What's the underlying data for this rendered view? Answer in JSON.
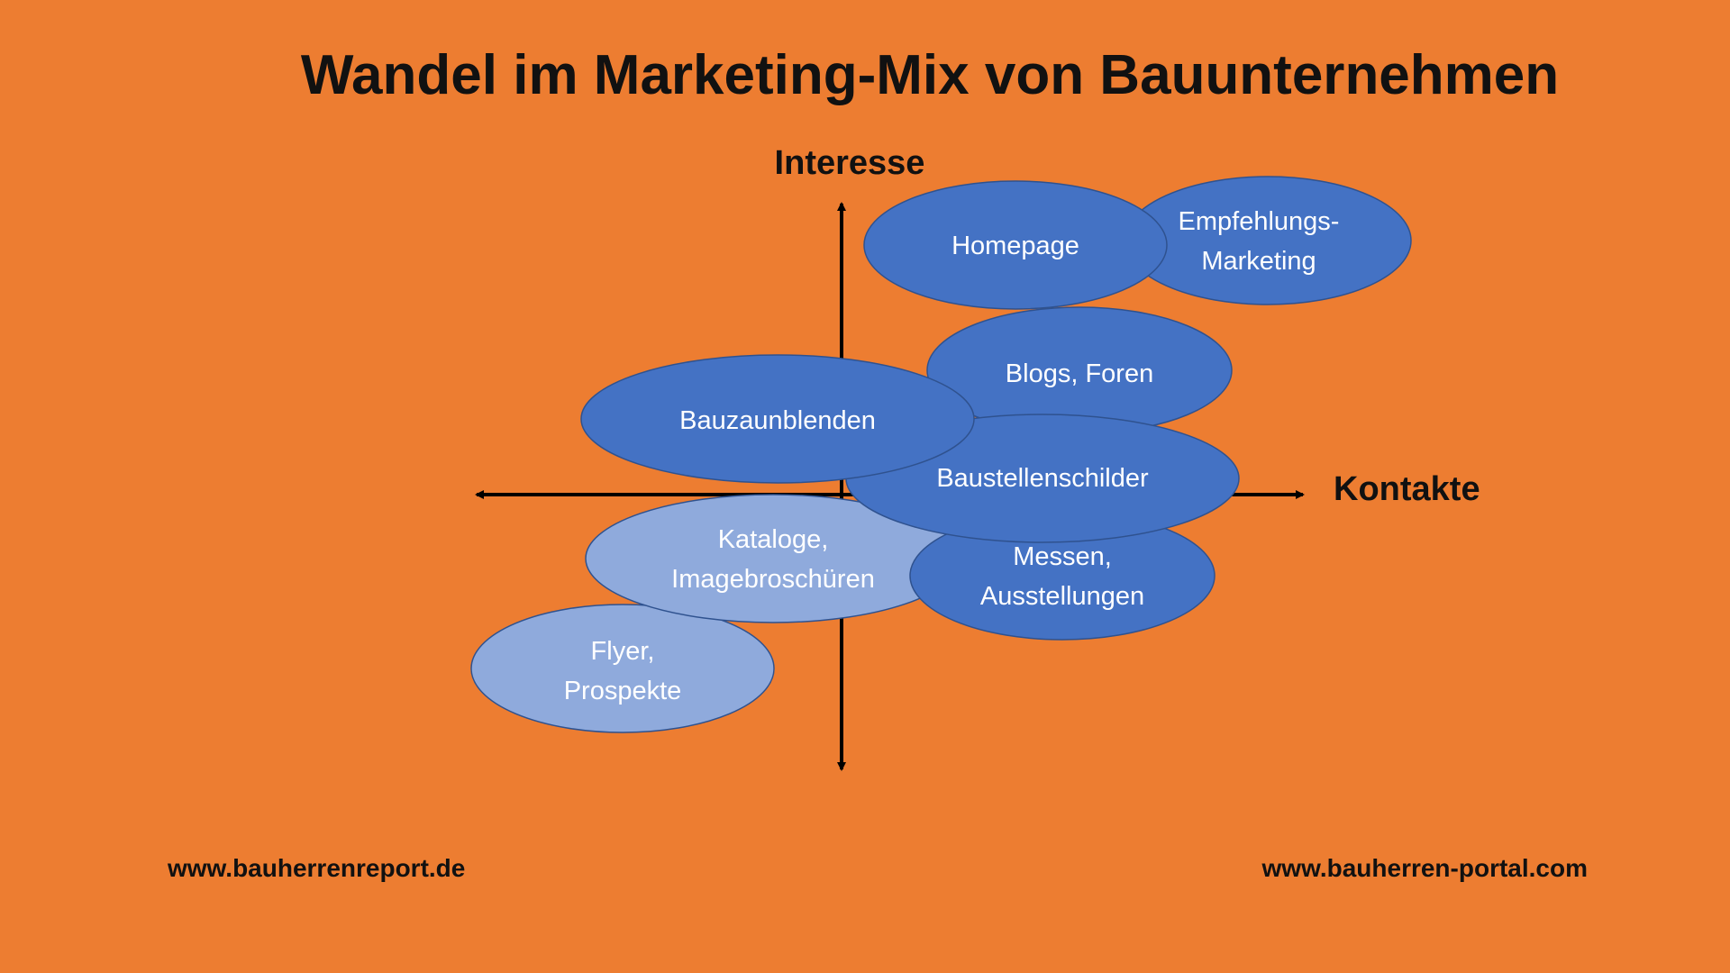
{
  "title": "Wandel im Marketing-Mix von Bauunternehmen",
  "axes": {
    "y_label": "Interesse",
    "x_label": "Kontakte"
  },
  "items": {
    "empfehlung": {
      "line1": "Empfehlungs-",
      "line2": "Marketing",
      "shade": "dark"
    },
    "homepage": {
      "line1": "Homepage",
      "shade": "dark"
    },
    "flyer": {
      "line1": "Flyer,",
      "line2": "Prospekte",
      "shade": "light"
    },
    "kataloge": {
      "line1": "Kataloge,",
      "line2": "Imagebroschüren",
      "shade": "light"
    },
    "messen": {
      "line1": "Messen,",
      "line2": "Ausstellungen",
      "shade": "dark"
    },
    "blogs": {
      "line1": "Blogs, Foren",
      "shade": "dark"
    },
    "baustellen": {
      "line1": "Baustellenschilder",
      "shade": "dark"
    },
    "bauzaun": {
      "line1": "Bauzaunblenden",
      "shade": "dark"
    }
  },
  "footer": {
    "left": "www.bauherrenreport.de",
    "right": "www.bauherren-portal.com"
  },
  "colors": {
    "background": "#ED7D31",
    "dark_blue": "#4472C4",
    "light_blue": "#8FAADC",
    "outline": "#2F528F"
  }
}
